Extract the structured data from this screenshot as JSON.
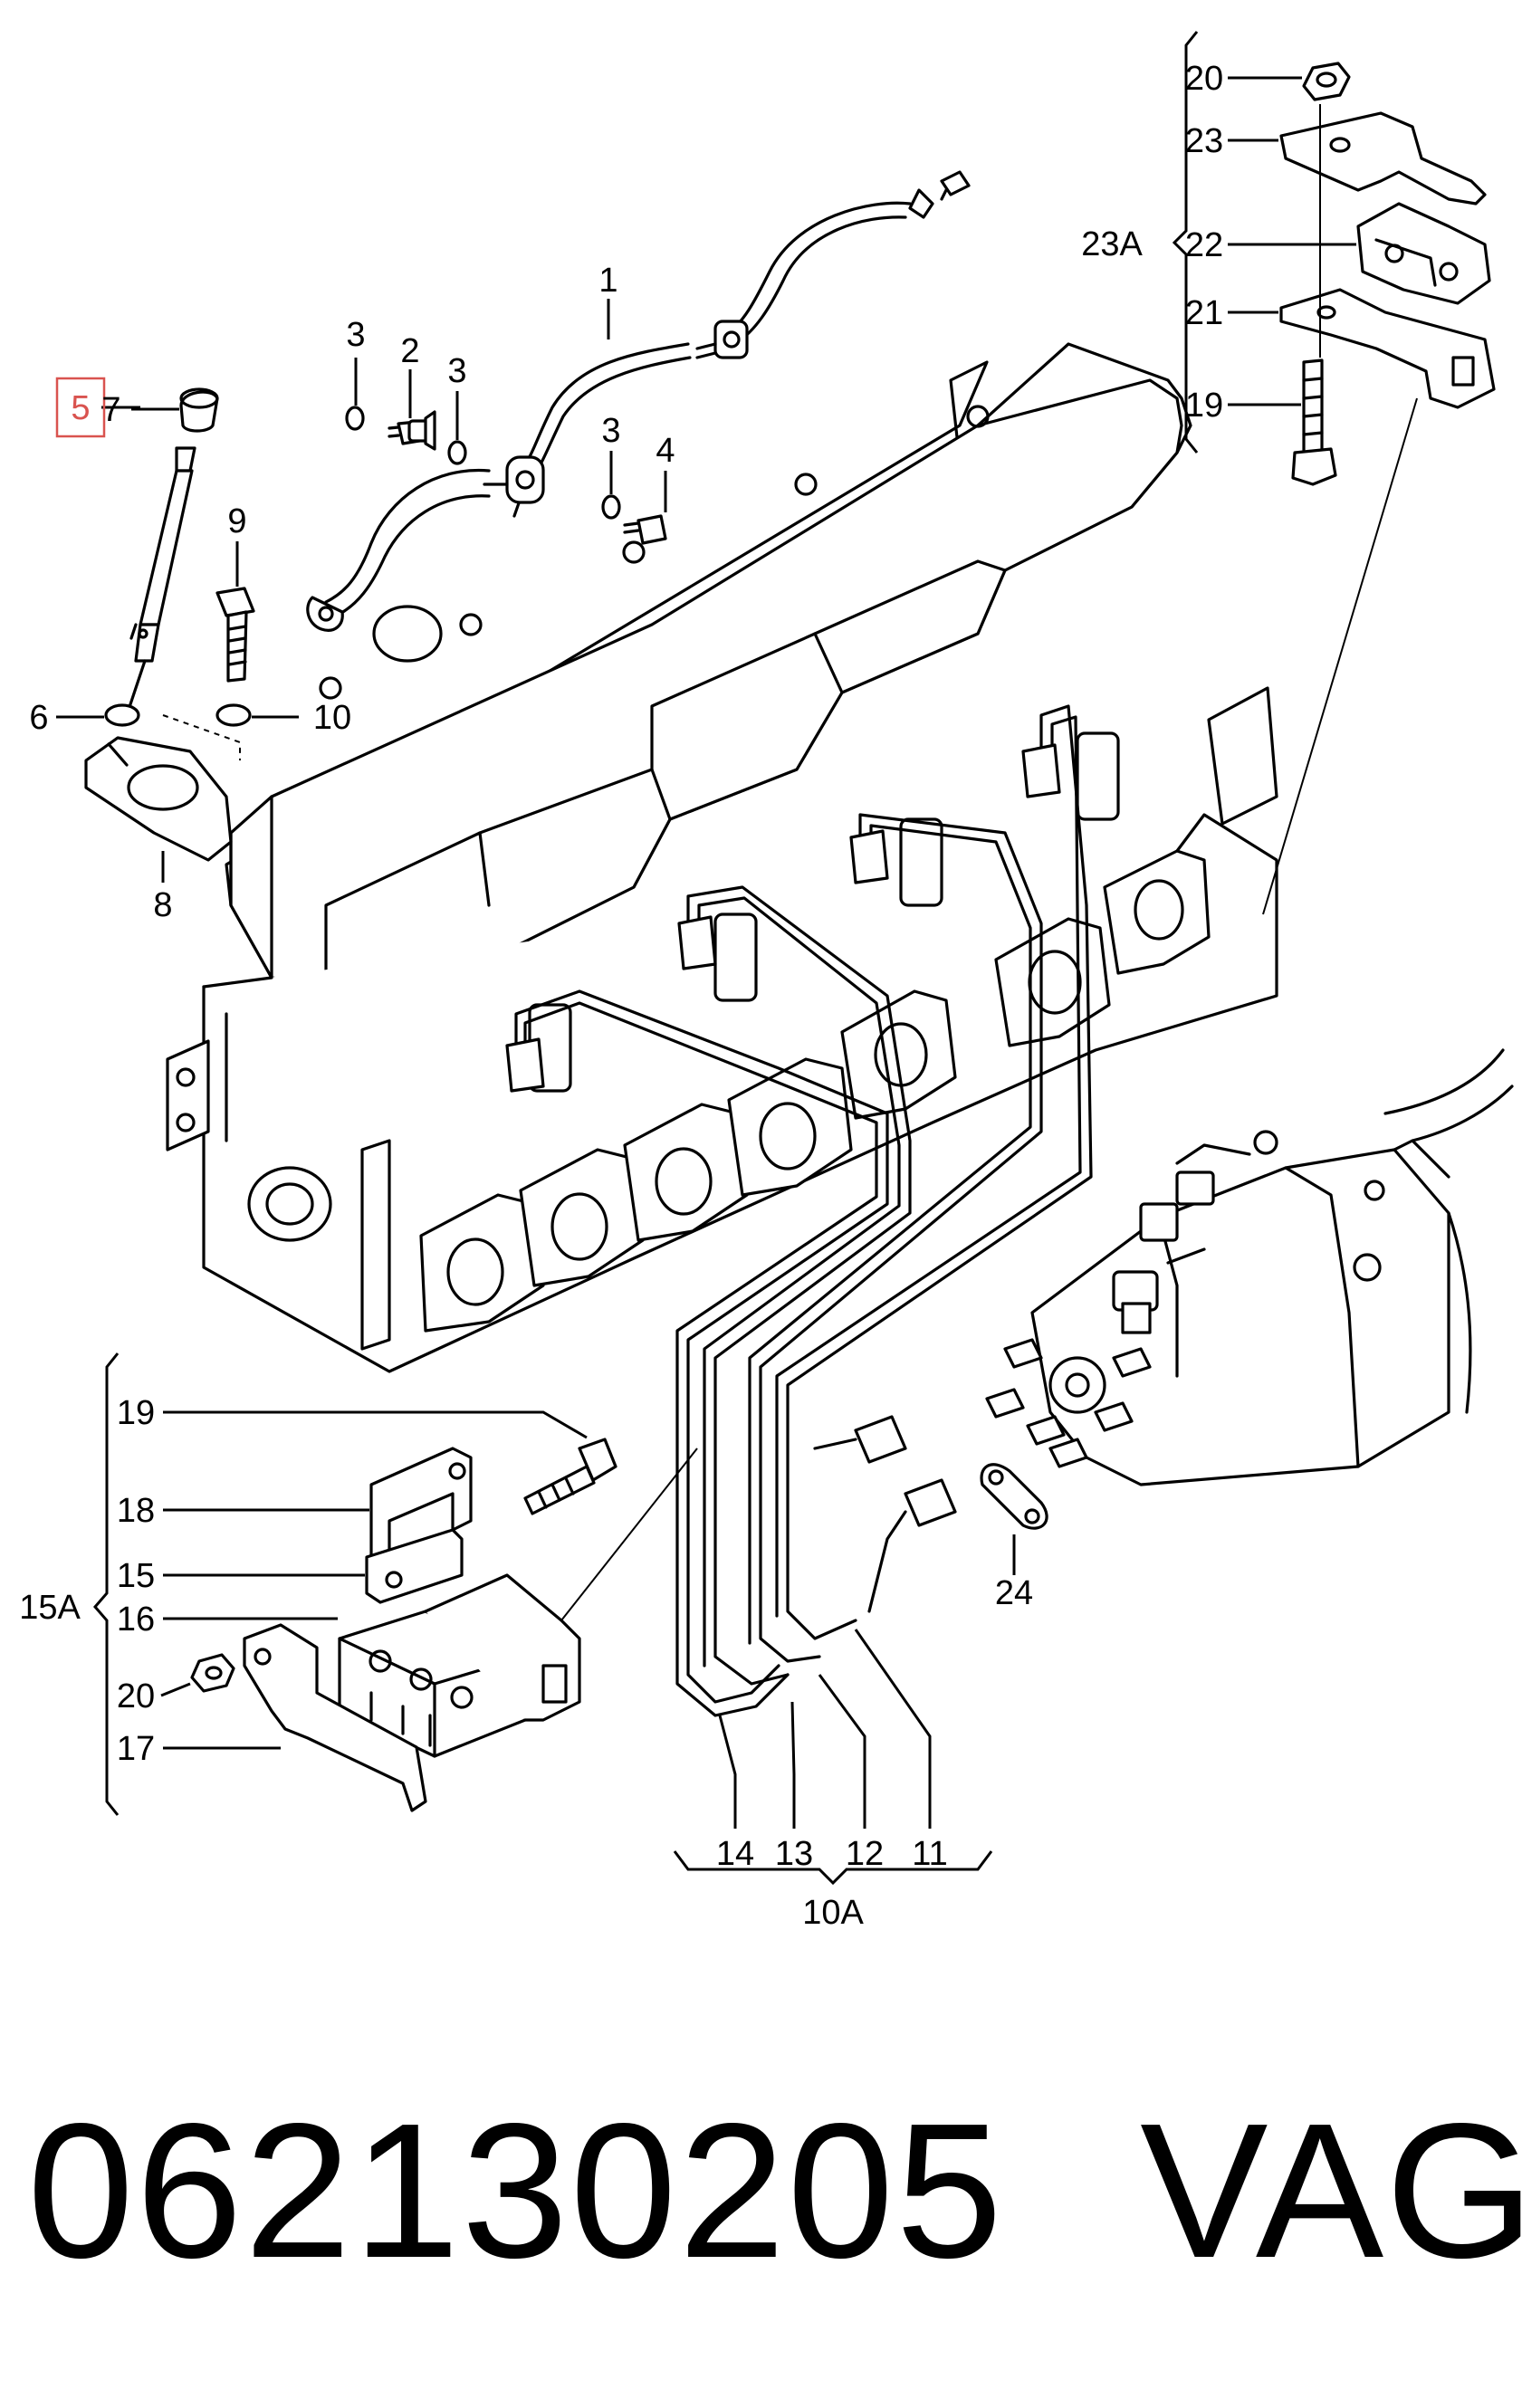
{
  "part_number": "062130205",
  "brand": "VAG",
  "highlight_color": "#d9534f",
  "callouts": {
    "c1": "1",
    "c2": "2",
    "c3a": "3",
    "c3b": "3",
    "c3c": "3",
    "c4": "4",
    "c5": "5",
    "c6": "6",
    "c7": "7",
    "c8": "8",
    "c9": "9",
    "c10": "10",
    "c11": "11",
    "c12": "12",
    "c13": "13",
    "c14": "14",
    "c15": "15",
    "c16": "16",
    "c17": "17",
    "c18": "18",
    "c19a": "19",
    "c19b": "19",
    "c20a": "20",
    "c20b": "20",
    "c21": "21",
    "c22": "22",
    "c23": "23",
    "c24": "24",
    "g10A": "10A",
    "g15A": "15A",
    "g23A": "23A"
  }
}
